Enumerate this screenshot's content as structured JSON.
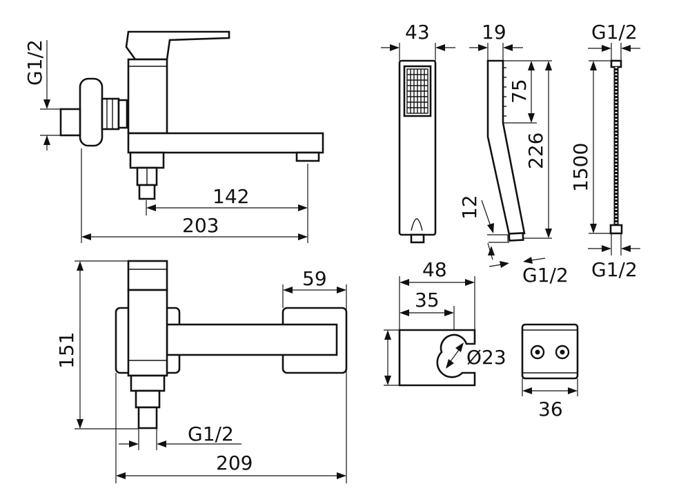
{
  "dimensions": {
    "side_view": {
      "inlet_thread": "G1/2",
      "spout_reach": "142",
      "overall_depth": "203"
    },
    "top_view": {
      "overall_width": "151",
      "escutcheon_width": "59",
      "outlet_thread": "G1/2",
      "overall_length": "209"
    },
    "hand_shower": {
      "head_width": "43",
      "side_width": "19",
      "head_length": "75",
      "overall_length": "226",
      "neck_offset": "12",
      "connection_thread": "G1/2"
    },
    "hose": {
      "top_thread": "G1/2",
      "length": "1500",
      "bottom_thread": "G1/2"
    },
    "holder": {
      "overall_width": "48",
      "socket_offset": "35",
      "socket_diameter": "Ø23",
      "base_width": "36"
    }
  }
}
